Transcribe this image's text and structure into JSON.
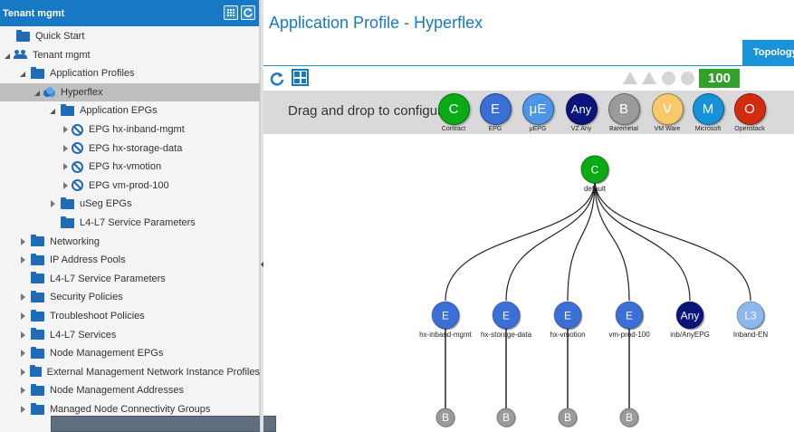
{
  "sidebar": {
    "title": "Tenant mgmt",
    "items": [
      {
        "label": "Quick Start",
        "depth": 0,
        "toggle": "none",
        "icon": "folder-icon",
        "selected": false
      },
      {
        "label": "Tenant mgmt",
        "depth": 0,
        "toggle": "open",
        "icon": "tenant-icon",
        "selected": false
      },
      {
        "label": "Application Profiles",
        "depth": 1,
        "toggle": "open",
        "icon": "folder-icon",
        "selected": false
      },
      {
        "label": "Hyperflex",
        "depth": 2,
        "toggle": "open",
        "icon": "app-profile-icon",
        "selected": true
      },
      {
        "label": "Application EPGs",
        "depth": 3,
        "toggle": "open",
        "icon": "folder-icon",
        "selected": false
      },
      {
        "label": "EPG hx-inband-mgmt",
        "depth": 4,
        "toggle": "closed",
        "icon": "epg-icon",
        "selected": false
      },
      {
        "label": "EPG hx-storage-data",
        "depth": 4,
        "toggle": "closed",
        "icon": "epg-icon",
        "selected": false
      },
      {
        "label": "EPG hx-vmotion",
        "depth": 4,
        "toggle": "closed",
        "icon": "epg-icon",
        "selected": false
      },
      {
        "label": "EPG vm-prod-100",
        "depth": 4,
        "toggle": "closed",
        "icon": "epg-icon",
        "selected": false
      },
      {
        "label": "uSeg EPGs",
        "depth": 3,
        "toggle": "closed",
        "icon": "folder-icon",
        "selected": false
      },
      {
        "label": "L4-L7 Service Parameters",
        "depth": 3,
        "toggle": "none",
        "icon": "folder-icon",
        "selected": false
      },
      {
        "label": "Networking",
        "depth": 1,
        "toggle": "closed",
        "icon": "folder-icon",
        "selected": false
      },
      {
        "label": "IP Address Pools",
        "depth": 1,
        "toggle": "closed",
        "icon": "folder-icon",
        "selected": false
      },
      {
        "label": "L4-L7 Service Parameters",
        "depth": 1,
        "toggle": "none",
        "icon": "folder-icon",
        "selected": false
      },
      {
        "label": "Security Policies",
        "depth": 1,
        "toggle": "closed",
        "icon": "folder-icon",
        "selected": false
      },
      {
        "label": "Troubleshoot Policies",
        "depth": 1,
        "toggle": "closed",
        "icon": "folder-icon",
        "selected": false
      },
      {
        "label": "L4-L7 Services",
        "depth": 1,
        "toggle": "closed",
        "icon": "folder-icon",
        "selected": false
      },
      {
        "label": "Node Management EPGs",
        "depth": 1,
        "toggle": "closed",
        "icon": "folder-icon",
        "selected": false
      },
      {
        "label": "External Management Network Instance Profiles",
        "depth": 1,
        "toggle": "closed",
        "icon": "folder-icon",
        "selected": false
      },
      {
        "label": "Node Management Addresses",
        "depth": 1,
        "toggle": "closed",
        "icon": "folder-icon",
        "selected": false
      },
      {
        "label": "Managed Node Connectivity Groups",
        "depth": 1,
        "toggle": "closed",
        "icon": "folder-icon",
        "selected": false
      }
    ]
  },
  "main": {
    "title": "Application Profile - Hyperflex",
    "tab_label": "Topology",
    "health_score": "100",
    "palette_label": "Drag and drop to configure:"
  },
  "palette": [
    {
      "letter": "C",
      "label": "Contract",
      "color": "#0aab16",
      "text_color": "#ffffff"
    },
    {
      "letter": "E",
      "label": "EPG",
      "color": "#3a6fd8",
      "text_color": "#ffffff"
    },
    {
      "letter": "μE",
      "label": "μEPG",
      "color": "#4e95e8",
      "text_color": "#ffffff"
    },
    {
      "letter": "Any",
      "label": "VZ Any",
      "color": "#0b147a",
      "text_color": "#ffffff"
    },
    {
      "letter": "B",
      "label": "Baremetal",
      "color": "#9a9a9a",
      "text_color": "#ffffff"
    },
    {
      "letter": "V",
      "label": "VM Ware",
      "color": "#f7c96a",
      "text_color": "#ffffff"
    },
    {
      "letter": "M",
      "label": "Microsoft",
      "color": "#1592d8",
      "text_color": "#ffffff"
    },
    {
      "letter": "O",
      "label": "Openstack",
      "color": "#d42a10",
      "text_color": "#ffffff"
    }
  ],
  "topology": {
    "contract": {
      "letter": "C",
      "label": "default",
      "color": "#0aab16"
    },
    "epgs": [
      {
        "letter": "E",
        "label": "hx-inband-mgmt",
        "color": "#3a6fd8",
        "baremetal": true
      },
      {
        "letter": "E",
        "label": "hx-storage-data",
        "color": "#3a6fd8",
        "baremetal": true
      },
      {
        "letter": "E",
        "label": "hx-vmotion",
        "color": "#3a6fd8",
        "baremetal": true
      },
      {
        "letter": "E",
        "label": "vm-prod-100",
        "color": "#3a6fd8",
        "baremetal": true
      },
      {
        "letter": "Any",
        "label": "inb/AnyEPG",
        "color": "#0b147a",
        "baremetal": false
      },
      {
        "letter": "L3",
        "label": "Inband-EN",
        "color": "#8db8ee",
        "baremetal": false
      }
    ],
    "baremetal_letter": "B",
    "baremetal_color": "#9a9a9a"
  }
}
